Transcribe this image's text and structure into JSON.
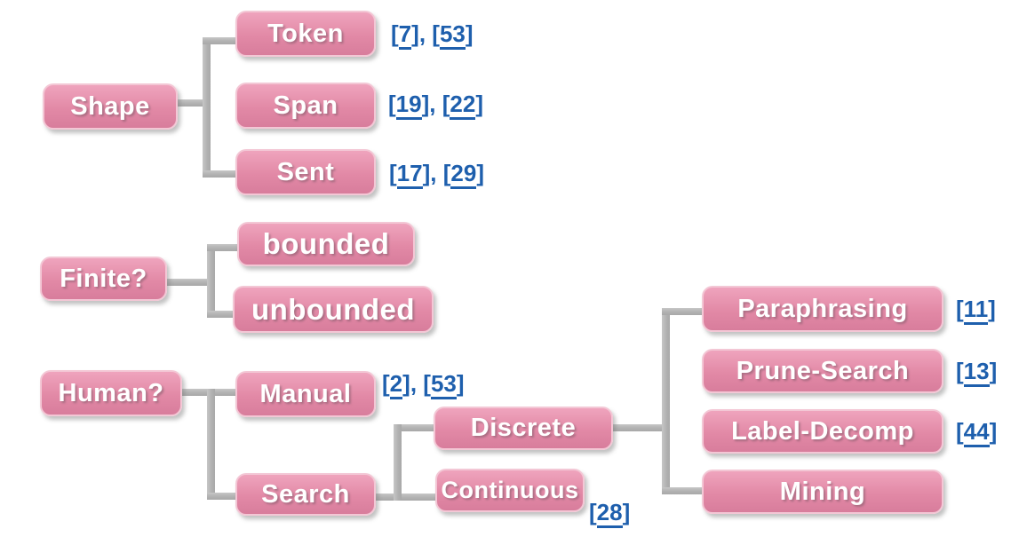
{
  "diagram": {
    "colors": {
      "node_fill": "#e289a6",
      "node_fill_highlight": "#efa4bd",
      "node_fill_shade": "#d87d9c",
      "node_border": "#f3c7d5",
      "node_text": "#ffffff",
      "connector": "#b2b2b2",
      "citation_blue": "#1e5fad",
      "background": "#ffffff"
    },
    "nodes": {
      "shape": {
        "label": "Shape"
      },
      "token": {
        "label": "Token",
        "refs": [
          "7",
          "53"
        ]
      },
      "span": {
        "label": "Span",
        "refs": [
          "19",
          "22"
        ]
      },
      "sent": {
        "label": "Sent",
        "refs": [
          "17",
          "29"
        ]
      },
      "finite": {
        "label": "Finite?"
      },
      "bounded": {
        "label": "bounded"
      },
      "unbounded": {
        "label": "unbounded"
      },
      "human": {
        "label": "Human?"
      },
      "manual": {
        "label": "Manual",
        "refs": [
          "2",
          "53"
        ]
      },
      "search": {
        "label": "Search"
      },
      "discrete": {
        "label": "Discrete"
      },
      "continuous": {
        "label": "Continuous",
        "refs": [
          "28"
        ]
      },
      "paraphrasing": {
        "label": "Paraphrasing",
        "refs": [
          "11"
        ]
      },
      "prune_search": {
        "label": "Prune-Search",
        "refs": [
          "13"
        ]
      },
      "label_decomp": {
        "label": "Label-Decomp",
        "refs": [
          "44"
        ]
      },
      "mining": {
        "label": "Mining"
      }
    },
    "hierarchy": [
      {
        "parent": "Shape",
        "children": [
          "Token",
          "Span",
          "Sent"
        ]
      },
      {
        "parent": "Finite?",
        "children": [
          "bounded",
          "unbounded"
        ]
      },
      {
        "parent": "Human?",
        "children": [
          "Manual",
          "Search"
        ]
      },
      {
        "parent": "Search",
        "children": [
          "Discrete",
          "Continuous"
        ]
      },
      {
        "parent": "Discrete",
        "children": [
          "Paraphrasing",
          "Prune-Search",
          "Label-Decomp",
          "Mining"
        ]
      }
    ]
  }
}
